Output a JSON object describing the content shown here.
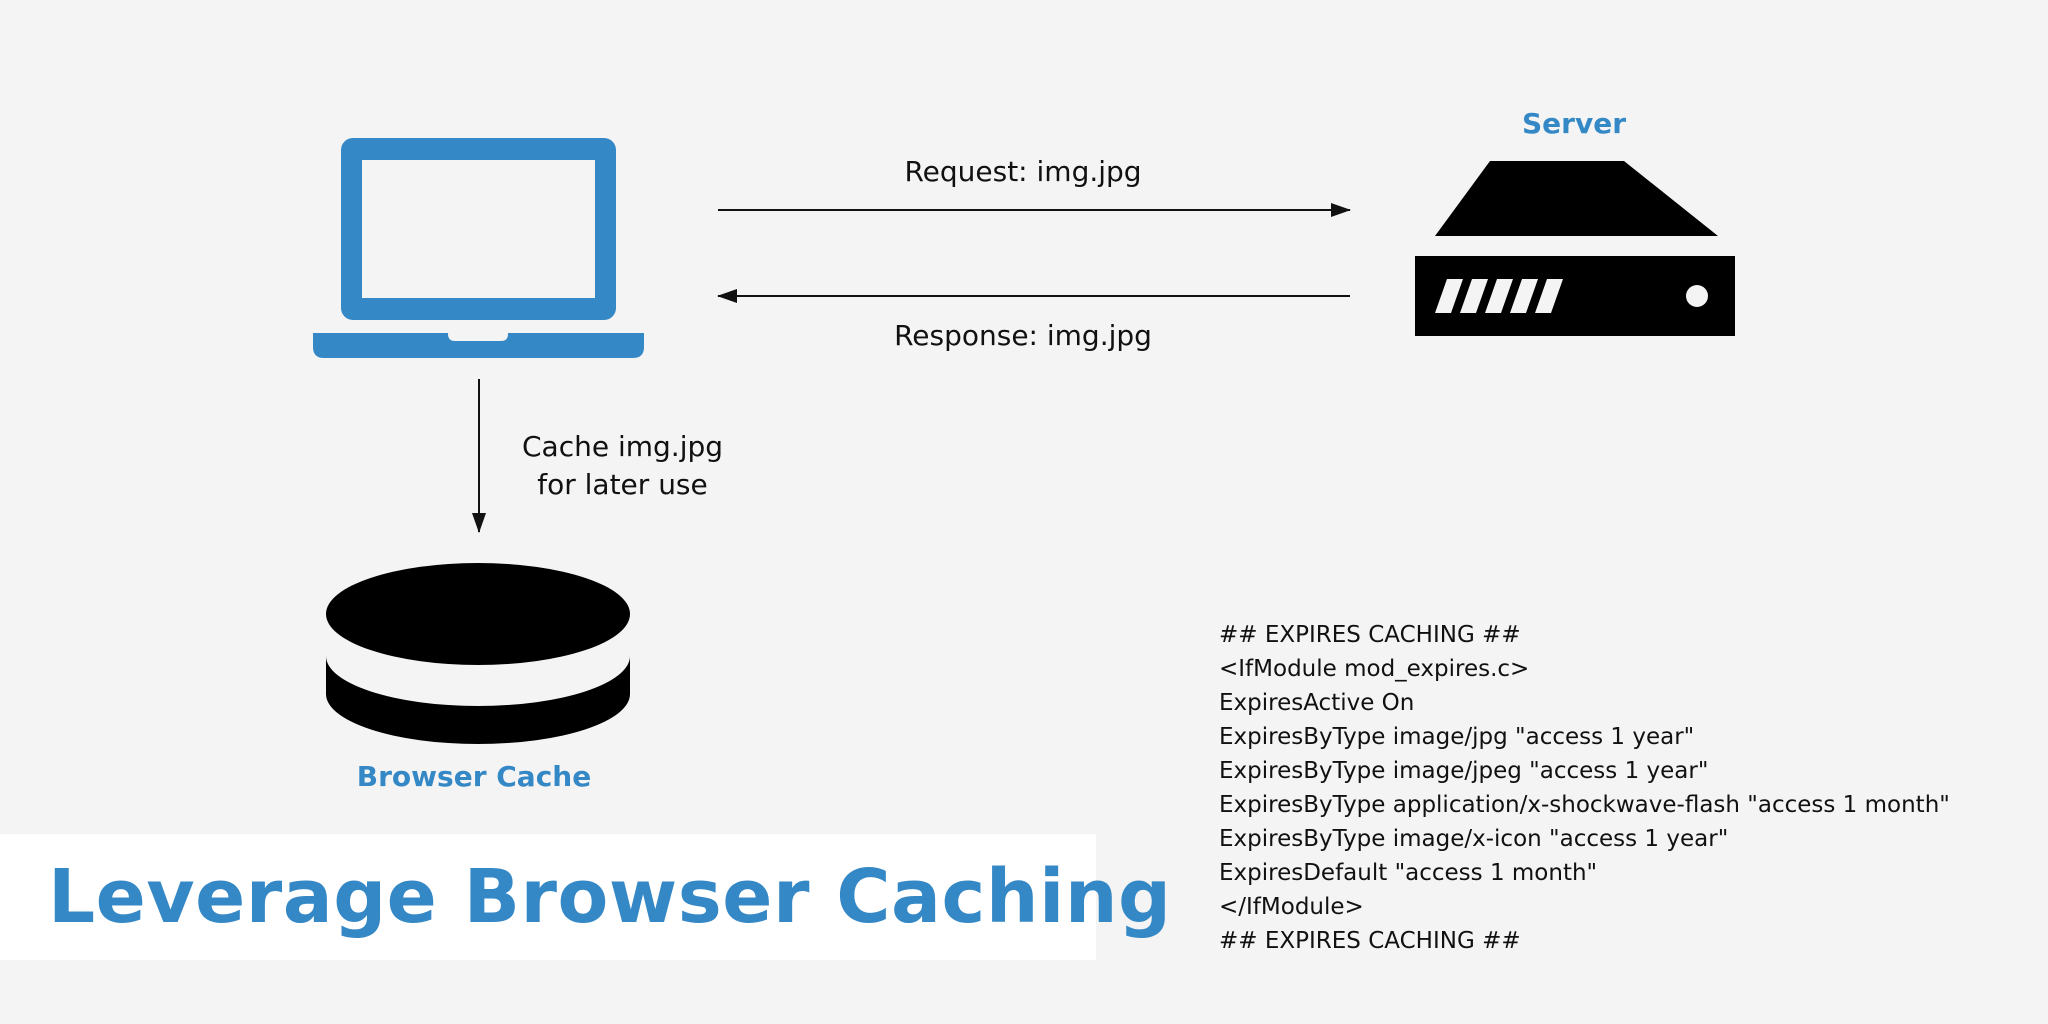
{
  "colors": {
    "accent": "#3588c6",
    "ink": "#111111",
    "background": "#f4f4f4",
    "title_background": "#ffffff"
  },
  "icons": {
    "laptop": "laptop-icon",
    "server": "server-icon",
    "cache": "database-icon"
  },
  "diagram": {
    "server_label": "Server",
    "request_label": "Request: img.jpg",
    "response_label": "Response: img.jpg",
    "cache_label": "Cache img.jpg for later use",
    "browser_cache_label": "Browser Cache"
  },
  "title": "Leverage Browser Caching",
  "code": {
    "lines": [
      "## EXPIRES CACHING ##",
      "<IfModule mod_expires.c>",
      "ExpiresActive On",
      "ExpiresByType image/jpg \"access 1 year\"",
      "ExpiresByType image/jpeg \"access 1 year\"",
      "ExpiresByType application/x-shockwave-flash \"access 1 month\"",
      "ExpiresByType image/x-icon \"access 1 year\"",
      "ExpiresDefault \"access 1 month\"",
      "</IfModule>",
      "## EXPIRES CACHING ##"
    ]
  }
}
